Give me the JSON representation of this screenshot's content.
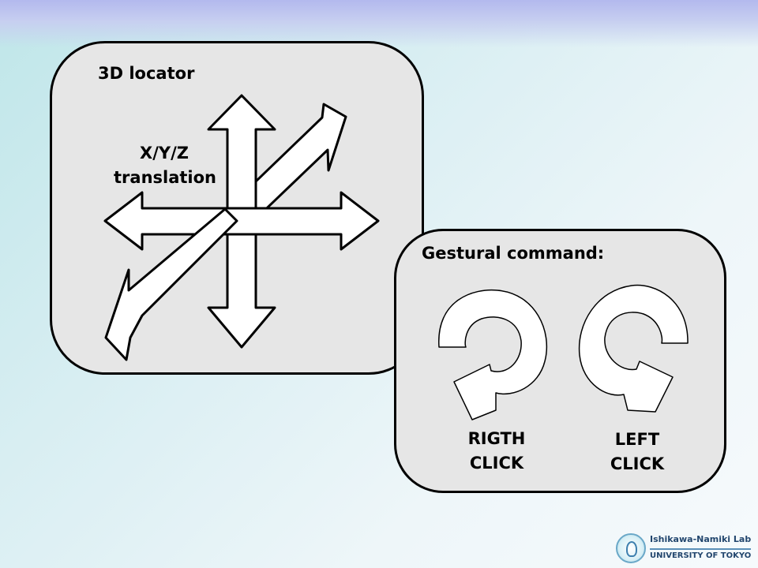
{
  "locator": {
    "title": "3D locator",
    "translation_label": "X/Y/Z\ntranslation"
  },
  "gesture": {
    "title": "Gestural command:",
    "right_click_label": "RIGTH\nCLICK",
    "left_click_label": "LEFT\nCLICK"
  },
  "logo": {
    "lab_name": "Ishikawa-Namiki Lab",
    "university": "UNIVERSITY OF TOKYO"
  },
  "colors": {
    "panel_fill": "#e6e6e6",
    "outline": "#000000",
    "arrow_fill": "#ffffff",
    "logo_text": "#22466e"
  }
}
